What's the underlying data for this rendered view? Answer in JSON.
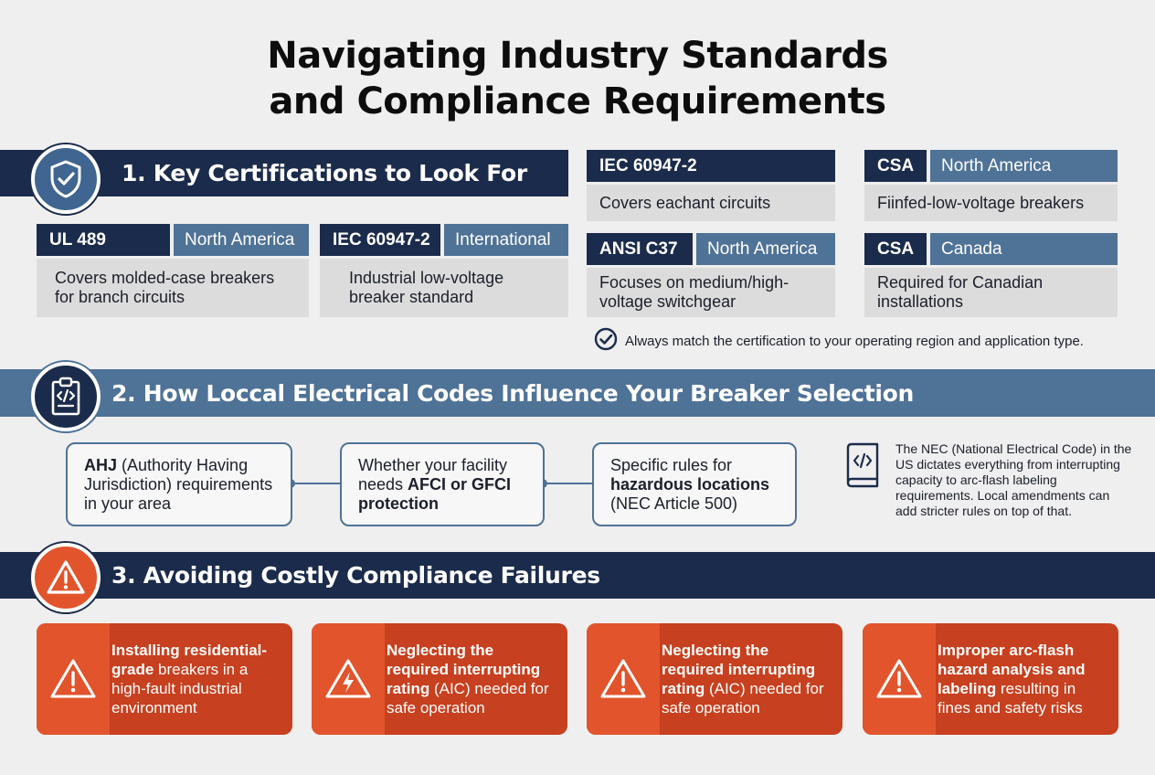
{
  "title": {
    "line1": "Navigating Industry Standards",
    "line2": "and Compliance Requirements"
  },
  "section1": {
    "heading": "1. Key Certifications to Look For",
    "icon": "shield-check-icon",
    "certifications": [
      {
        "name": "UL 489",
        "region": "North America",
        "desc1": "Covers molded-case breakers",
        "desc2": "for branch circuits"
      },
      {
        "name": "IEC 60947-2",
        "region": "International",
        "desc1": "Industrial low-voltage",
        "desc2": "breaker standard"
      },
      {
        "name": "IEC 60947-2",
        "region": "",
        "desc1": "Covers eachant circuits",
        "desc2": ""
      },
      {
        "name": "CSA",
        "region": "North America",
        "desc1": "Fiinfed-low-voltage breakers",
        "desc2": ""
      },
      {
        "name": "ANSI C37",
        "region": "North America",
        "desc1": "Focuses on medium/high-",
        "desc2": "voltage switchgear"
      },
      {
        "name": "CSA",
        "region": "Canada",
        "desc1": "Required for Canadian",
        "desc2": "installations"
      }
    ],
    "note": "Always match the certification to your operating region and application type."
  },
  "section2": {
    "heading": "2. How Loccal Electrical Codes Influence Your Breaker Selection",
    "icon": "clipboard-code-icon",
    "boxes": [
      {
        "bold": "AHJ",
        "rest": " (Authority Having Jurisdiction) requirements in your area"
      },
      {
        "pre": "Whether your facility needs ",
        "bold": "AFCI or GFCI protection"
      },
      {
        "pre": "Specific rules for ",
        "bold": "hazardous locations",
        "post": " (NEC Article 500)"
      }
    ],
    "nec_note": "The NEC (National Electrical Code) in the US dictates everything from interrupting capacity to arc-flash labeling requirements. Local amendments can add stricter rules on top of that."
  },
  "section3": {
    "heading": "3. Avoiding Costly Compliance Failures",
    "icon": "warning-icon",
    "failures": [
      {
        "bold": "Installing residential-grade",
        "rest": " breakers in a high-fault industrial environment",
        "icon": "warning-icon"
      },
      {
        "bold": "Neglecting the required interrupting rating",
        "rest": " (AIC) needed for safe operation",
        "icon": "lightning-warning-icon"
      },
      {
        "bold": "Neglecting the required interrupting rating",
        "rest": " (AIC) needed for safe operation",
        "icon": "warning-icon"
      },
      {
        "bold": "Improper arc-flash hazard analysis and labeling",
        "rest": " resulting in fines and safety risks",
        "icon": "warning-icon"
      }
    ]
  },
  "colors": {
    "navy": "#1b2b4b",
    "steel_blue": "#4f7297",
    "orange": "#e2542c",
    "dark_orange": "#c7401f",
    "card_gray": "#dcdcdc",
    "background": "#efefef"
  }
}
